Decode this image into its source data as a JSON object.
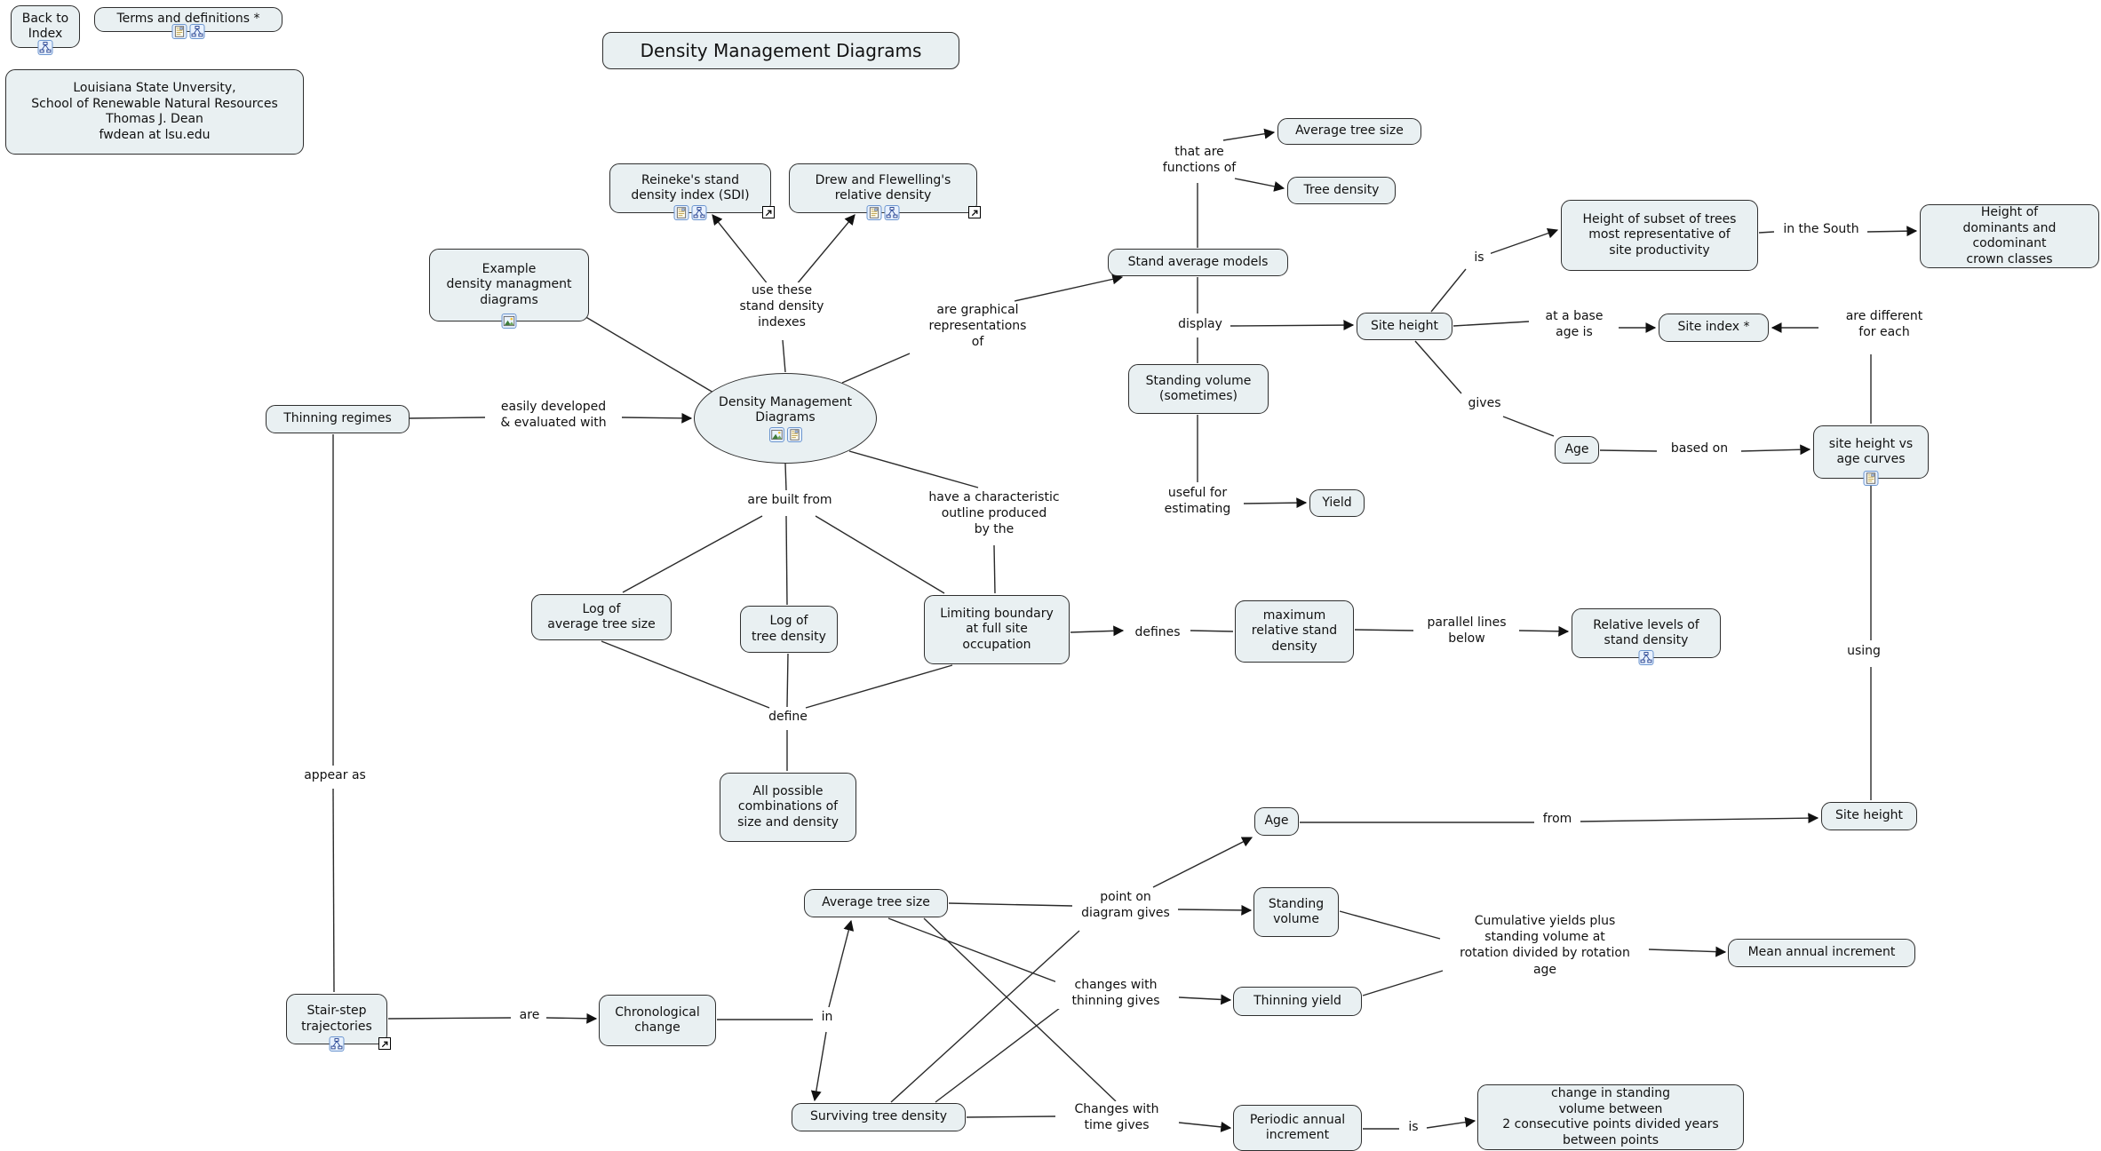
{
  "header": {
    "back_to_index": "Back to\nIndex",
    "terms_and_definitions": "Terms and definitions *",
    "credit": "Louisiana State Unversity,\nSchool of Renewable Natural Resources\nThomas J. Dean\nfwdean at lsu.edu",
    "title": "Density Management Diagrams"
  },
  "nodes": {
    "dmd": "Density Management\nDiagrams",
    "reinekes": "Reineke's stand\ndensity index (SDI)",
    "drew": "Drew and Flewelling's\nrelative density",
    "example": "Example\ndensity managment\ndiagrams",
    "thinning_regimes": "Thinning regimes",
    "avg_tree_size_top": "Average tree size",
    "tree_density": "Tree density",
    "stand_models": "Stand average models",
    "standing_volume_sometimes": "Standing volume\n(sometimes)",
    "yield": "Yield",
    "site_height_top": "Site height",
    "height_subset": "Height of subset of trees\nmost representative of\nsite productivity",
    "height_dominants": "Height of\ndominants and codominant\ncrown classes",
    "site_index": "Site index *",
    "age_top": "Age",
    "sh_age_curves": "site height vs\nage curves",
    "log_avg": "Log of\naverage tree size",
    "log_density": "Log of\ntree density",
    "limiting": "Limiting boundary\nat full site\noccupation",
    "max_rel": "maximum\nrelative stand\ndensity",
    "rel_levels": "Relative levels of\nstand density",
    "all_possible": "All possible\ncombinations of\nsize and density",
    "stair_step": "Stair-step\ntrajectories",
    "chrono": "Chronological\nchange",
    "avg_tree_size_bottom": "Average tree size",
    "age_bottom": "Age",
    "standing_volume_bottom": "Standing\nvolume",
    "thinning_yield": "Thinning yield",
    "mean_annual": "Mean annual increment",
    "site_height_bottom": "Site height",
    "surviving": "Surviving tree density",
    "periodic": "Periodic annual\nincrement",
    "change_standing": "change in standing\nvolume between\n2 consecutive points divided years\nbetween points"
  },
  "links": {
    "use_these": "use these\nstand density\nindexes",
    "are_graphical": "are graphical\nrepresentations\nof",
    "easily": "easily developed\n& evaluated with",
    "that_are": "that are\nfunctions of",
    "display": "display",
    "useful": "useful for\nestimating",
    "is_subset": "is",
    "in_south": "in the South",
    "at_base": "at a base\nage is",
    "are_different": "are different\nfor each",
    "gives": "gives",
    "based_on": "based on",
    "using": "using",
    "are_built": "are built from",
    "have_char": "have a characteristic\noutline produced\nby the",
    "defines": "defines",
    "parallel": "parallel lines\nbelow",
    "define": "define",
    "appear_as": "appear as",
    "are": "are",
    "in": "in",
    "point_on": "point on\ndiagram gives",
    "changes_thinning": "changes with\nthinning gives",
    "cumulative": "Cumulative yields plus\nstanding volume at\nrotation divided by rotation\nage",
    "changes_time": "Changes with\ntime gives",
    "is_periodic": "is",
    "from": "from"
  },
  "icons": {
    "back_to_index": [
      "concept-map-icon"
    ],
    "terms_and_definitions": [
      "document-icon",
      "concept-map-icon"
    ],
    "reinekes": [
      "document-icon",
      "concept-map-icon",
      "external-link-icon"
    ],
    "drew": [
      "document-icon",
      "concept-map-icon",
      "external-link-icon"
    ],
    "example": [
      "image-icon"
    ],
    "dmd": [
      "image-icon",
      "document-icon"
    ],
    "sh_age_curves": [
      "document-icon"
    ],
    "rel_levels": [
      "concept-map-icon"
    ],
    "stair_step": [
      "concept-map-icon",
      "external-link-icon"
    ]
  },
  "colors": {
    "node_fill": "#e9f0f2",
    "node_border": "#2f2f2f",
    "connector": "#2a2a2a",
    "icon_border": "#6b95cf",
    "icon_fill": "#e8f1fd",
    "background": "#ffffff"
  }
}
